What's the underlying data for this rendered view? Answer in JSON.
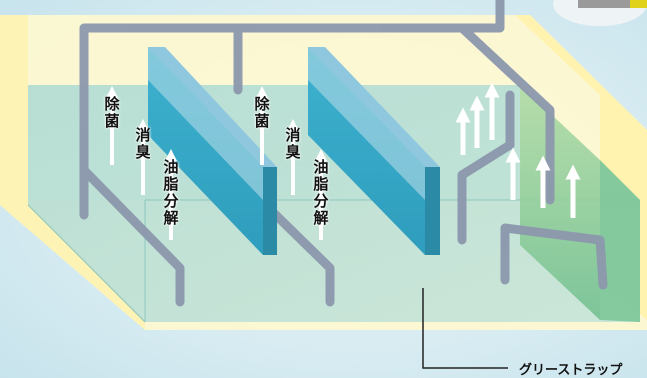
{
  "colors": {
    "frame_yellow": "#fff6c4",
    "water": "#9fd2cf",
    "green_chamber": "#8cc898",
    "filter_top": "#8fc8de",
    "filter_front": "#3aa8c8",
    "pipe": "#8c98ad",
    "background_blue": "#cfe8f0"
  },
  "filter_1": {
    "label_sterilize": "除菌",
    "label_deodorize": "消臭",
    "label_oil_breakdown": "油脂分解"
  },
  "filter_2": {
    "label_sterilize": "除菌",
    "label_deodorize": "消臭",
    "label_oil_breakdown": "油脂分解"
  },
  "callout": {
    "label": "グリーストラップ"
  }
}
